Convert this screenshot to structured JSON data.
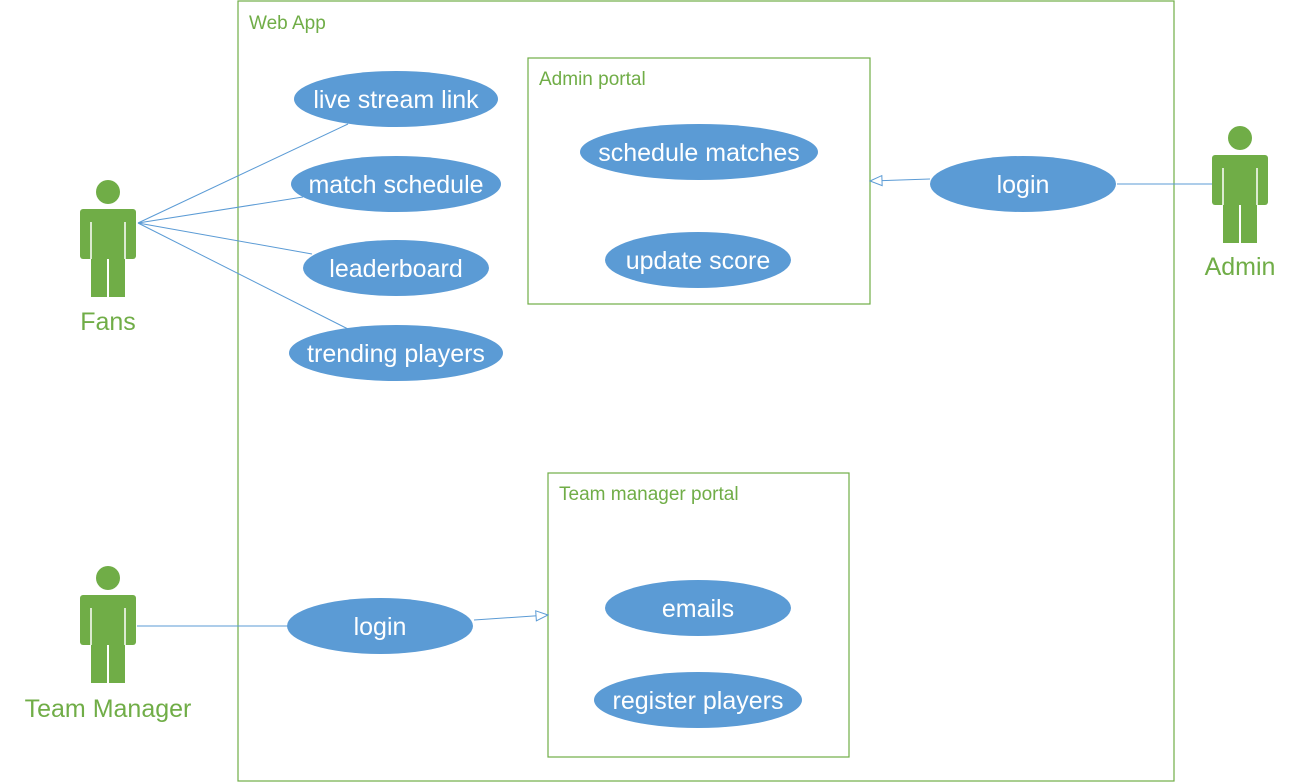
{
  "colors": {
    "frame": "#70ad47",
    "actor": "#70ad47",
    "usecase_fill": "#5b9bd5",
    "usecase_text": "#ffffff",
    "line": "#5b9bd5",
    "label": "#70ad47"
  },
  "system": {
    "title": "Web App"
  },
  "admin_portal": {
    "title": "Admin portal",
    "usecases": [
      "schedule matches",
      "update score"
    ]
  },
  "team_portal": {
    "title": "Team manager portal",
    "usecases": [
      "emails",
      "register players"
    ]
  },
  "fan_usecases": [
    "live stream link",
    "match schedule",
    "leaderboard",
    "trending players"
  ],
  "admin_login": "login",
  "team_login": "login",
  "actors": {
    "fans": "Fans",
    "admin": "Admin",
    "team_manager": "Team Manager"
  },
  "icons": {
    "actor": "stick-figure-icon"
  }
}
